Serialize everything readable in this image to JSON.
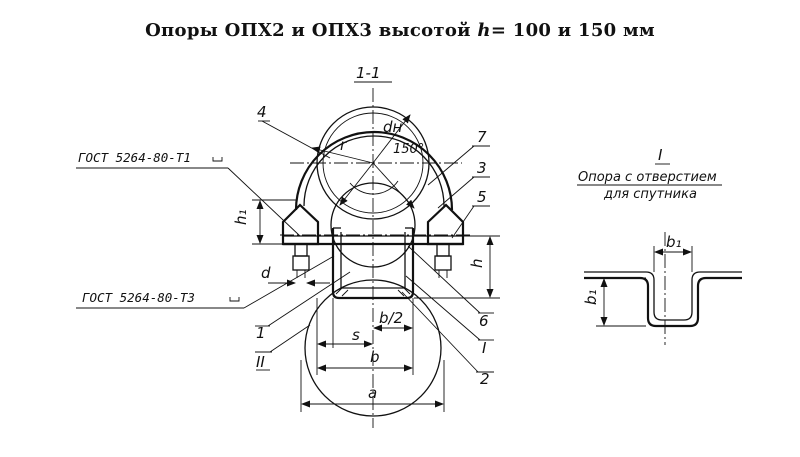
{
  "title": {
    "prefix": "Опоры ОПХ2 и ОПХ3 высотой",
    "var": "h",
    "suffix": "= 100 и 150 мм"
  },
  "section_label": "1-1",
  "detail": {
    "label": "I",
    "caption_line1": "Опора с отверстием",
    "caption_line2": "для спутника",
    "dim_b1_horizontal": "b₁",
    "dim_b1_vertical": "b₁"
  },
  "gost": {
    "top": "ГОСТ 5264-80-Т1",
    "bottom": "ГОСТ 5264-80-Т3"
  },
  "callouts": {
    "n4": "4",
    "n7": "7",
    "n3": "3",
    "n5": "5",
    "n6": "6",
    "n1": "1",
    "nI": "I",
    "n2": "2",
    "nII": "II"
  },
  "dims": {
    "dn": "dн",
    "r": "r",
    "angle": "150°",
    "h1": "h₁",
    "h": "h",
    "d": "d",
    "s": "s",
    "b_half": "b/2",
    "b": "b",
    "a": "a"
  }
}
